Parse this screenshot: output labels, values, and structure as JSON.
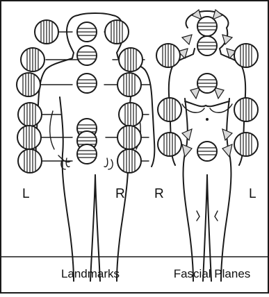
{
  "panels": [
    {
      "side_left": "L",
      "side_right": "R",
      "caption": "Landmarks"
    },
    {
      "side_left": "R",
      "side_right": "L",
      "caption": "Fascial Planes"
    }
  ],
  "colors": {
    "ink": "#1a1a1a",
    "wedge_fill": "#d9d9d9",
    "background": "#ffffff"
  }
}
